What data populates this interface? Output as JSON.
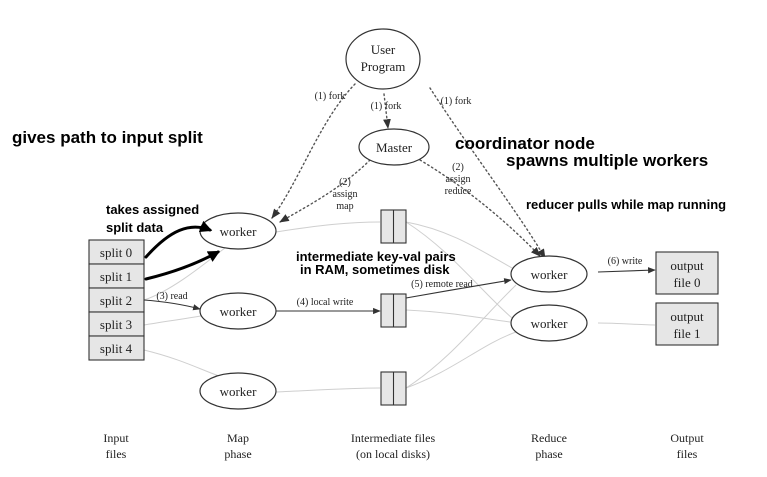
{
  "nodes": {
    "user_program": [
      "User",
      "Program"
    ],
    "master": "Master",
    "worker": "worker"
  },
  "input_splits": [
    "split 0",
    "split 1",
    "split 2",
    "split 3",
    "split 4"
  ],
  "output_files": [
    [
      "output",
      "file 0"
    ],
    [
      "output",
      "file 1"
    ]
  ],
  "edge_labels": {
    "fork_left": "(1) fork",
    "fork_center": "(1) fork",
    "fork_right": "(1) fork",
    "assign_map": [
      "(2)",
      "assign",
      "map"
    ],
    "assign_reduce": [
      "(2)",
      "assign",
      "reduce"
    ],
    "read": "(3) read",
    "local_write": "(4) local write",
    "remote_read": "(5) remote read",
    "write": "(6) write"
  },
  "phase_labels": {
    "input": [
      "Input",
      "files"
    ],
    "map": [
      "Map",
      "phase"
    ],
    "intermediate": [
      "Intermediate files",
      "(on local disks)"
    ],
    "reduce": [
      "Reduce",
      "phase"
    ],
    "output": [
      "Output",
      "files"
    ]
  },
  "annotations": {
    "input_split_path": "gives path to input split",
    "coordinator": "coordinator node",
    "spawns": "spawns multiple workers",
    "reducer_pulls": "reducer pulls while map running",
    "takes_assigned": [
      "takes assigned",
      "split data"
    ],
    "intermediate_pairs": [
      "intermediate key-val pairs",
      "in RAM, sometimes disk"
    ]
  }
}
